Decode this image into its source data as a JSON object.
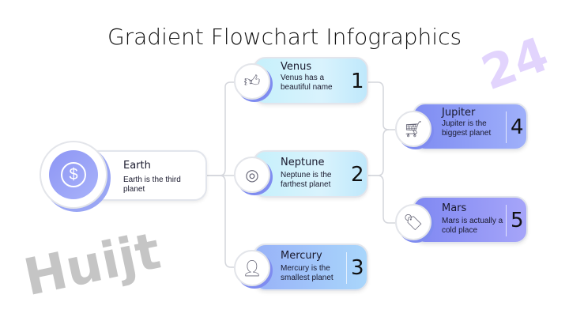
{
  "title": "Gradient Flowchart Infographics",
  "watermark": "Huijt24",
  "root": {
    "name": "Earth",
    "desc": "Earth is the third planet",
    "icon": "dollar-coin-icon"
  },
  "nodes": [
    {
      "name": "Venus",
      "desc": "Venus has a beautiful name",
      "num": "1",
      "icon": "thumbs-up-icon"
    },
    {
      "name": "Neptune",
      "desc": "Neptune is the farthest planet",
      "num": "2",
      "icon": "fingerprint-icon"
    },
    {
      "name": "Mercury",
      "desc": "Mercury is the smallest planet",
      "num": "3",
      "icon": "user-icon"
    },
    {
      "name": "Jupiter",
      "desc": "Jupiter is the biggest planet",
      "num": "4",
      "icon": "shopping-cart-icon"
    },
    {
      "name": "Mars",
      "desc": "Mars is actually a cold place",
      "num": "5",
      "icon": "price-tag-icon"
    }
  ]
}
